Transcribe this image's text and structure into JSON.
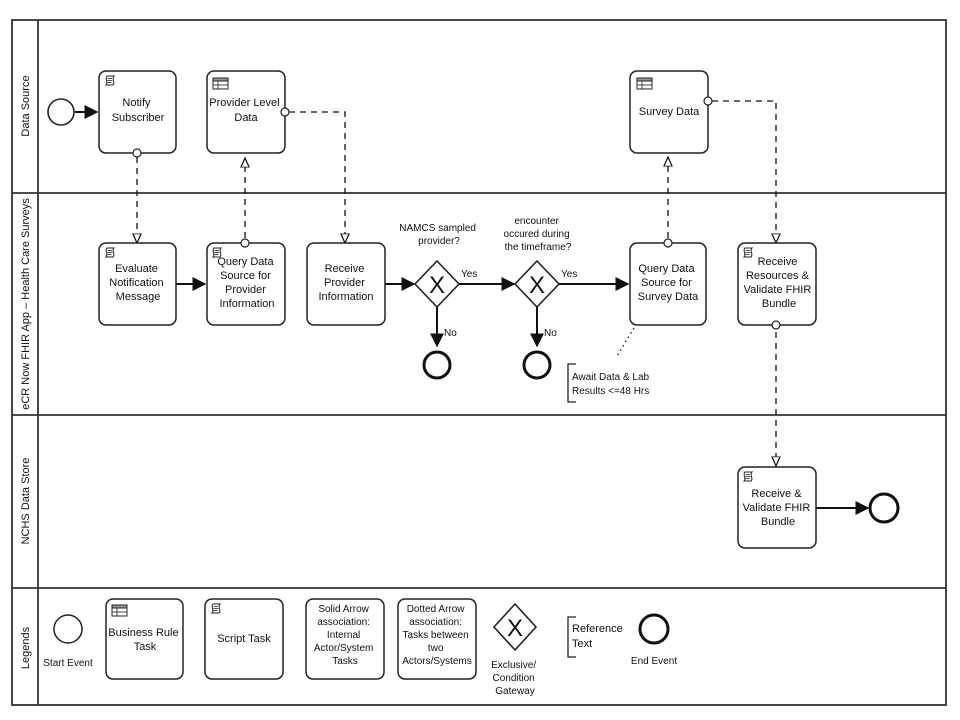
{
  "lanes": {
    "data_source": "Data Source",
    "ecr_app": "eCR Now FHIR App – Health Care Surveys",
    "nchs_store": "NCHS Data Store",
    "legends": "Legends"
  },
  "tasks": {
    "notify_subscriber": [
      "Notify",
      "Subscriber"
    ],
    "provider_level_data": [
      "Provider Level",
      "Data"
    ],
    "survey_data": [
      "Survey Data"
    ],
    "evaluate_notification": [
      "Evaluate",
      "Notification",
      "Message"
    ],
    "query_provider": [
      "Query Data",
      "Source for",
      "Provider",
      "Information"
    ],
    "receive_provider": [
      "Receive",
      "Provider",
      "Information"
    ],
    "query_survey": [
      "Query Data",
      "Source for",
      "Survey Data"
    ],
    "receive_resources": [
      "Receive",
      "Resources &",
      "Validate FHIR",
      "Bundle"
    ],
    "receive_validate": [
      "Receive &",
      "Validate FHIR",
      "Bundle"
    ]
  },
  "gateways": {
    "g1_question": [
      "NAMCS sampled",
      "provider?"
    ],
    "g2_question": [
      "encounter",
      "occured during",
      "the timeframe?"
    ],
    "yes": "Yes",
    "no": "No",
    "symbol": "X"
  },
  "annotation": [
    "Await Data & Lab",
    "Results <=48 Hrs"
  ],
  "legend": {
    "start_event": "Start Event",
    "business_rule": [
      "Business Rule",
      "Task"
    ],
    "script_task": [
      "Script Task"
    ],
    "solid_arrow": [
      "Solid Arrow",
      "association:",
      "Internal",
      "Actor/System",
      "Tasks"
    ],
    "dotted_arrow": [
      "Dotted Arrow",
      "association:",
      "Tasks between",
      "two",
      "Actors/Systems"
    ],
    "gateway": [
      "Exclusive/",
      "Condition",
      "Gateway"
    ],
    "reference": [
      "Reference",
      "Text"
    ],
    "end_event": "End Event"
  }
}
